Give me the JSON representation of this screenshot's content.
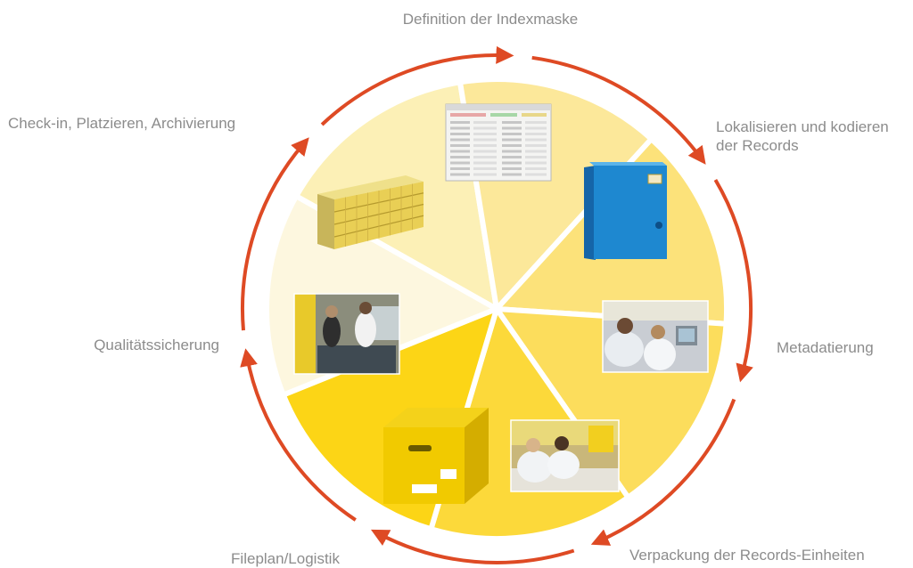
{
  "steps": [
    {
      "label": "Definition der Indexmaske",
      "picture": "index-mask-screenshot-icon",
      "color": "#FDF7DF"
    },
    {
      "label": "Lokalisieren und kodieren der Records",
      "picture": "blue-binder-icon",
      "color": "#FCF0B6"
    },
    {
      "label": "Metadatierung",
      "picture": "office-workers-photo-icon",
      "color": "#FCE89A"
    },
    {
      "label": "Verpackung der Records-Einheiten",
      "picture": "packing-workers-photo-icon",
      "color": "#FCE27A"
    },
    {
      "label": "Fileplan/Logistik",
      "picture": "archive-box-icon",
      "color": "#FCDD5C"
    },
    {
      "label": "Qualitätssicherung",
      "picture": "quality-check-photo-icon",
      "color": "#FCD93A"
    },
    {
      "label": "Check-in, Platzieren, Archivierung",
      "picture": "shelf-of-boxes-icon",
      "color": "#FCD516"
    }
  ],
  "colors": {
    "arrow": "#DE4A24",
    "label_text": "#8C8C8C",
    "divider": "#FFFFFF"
  }
}
